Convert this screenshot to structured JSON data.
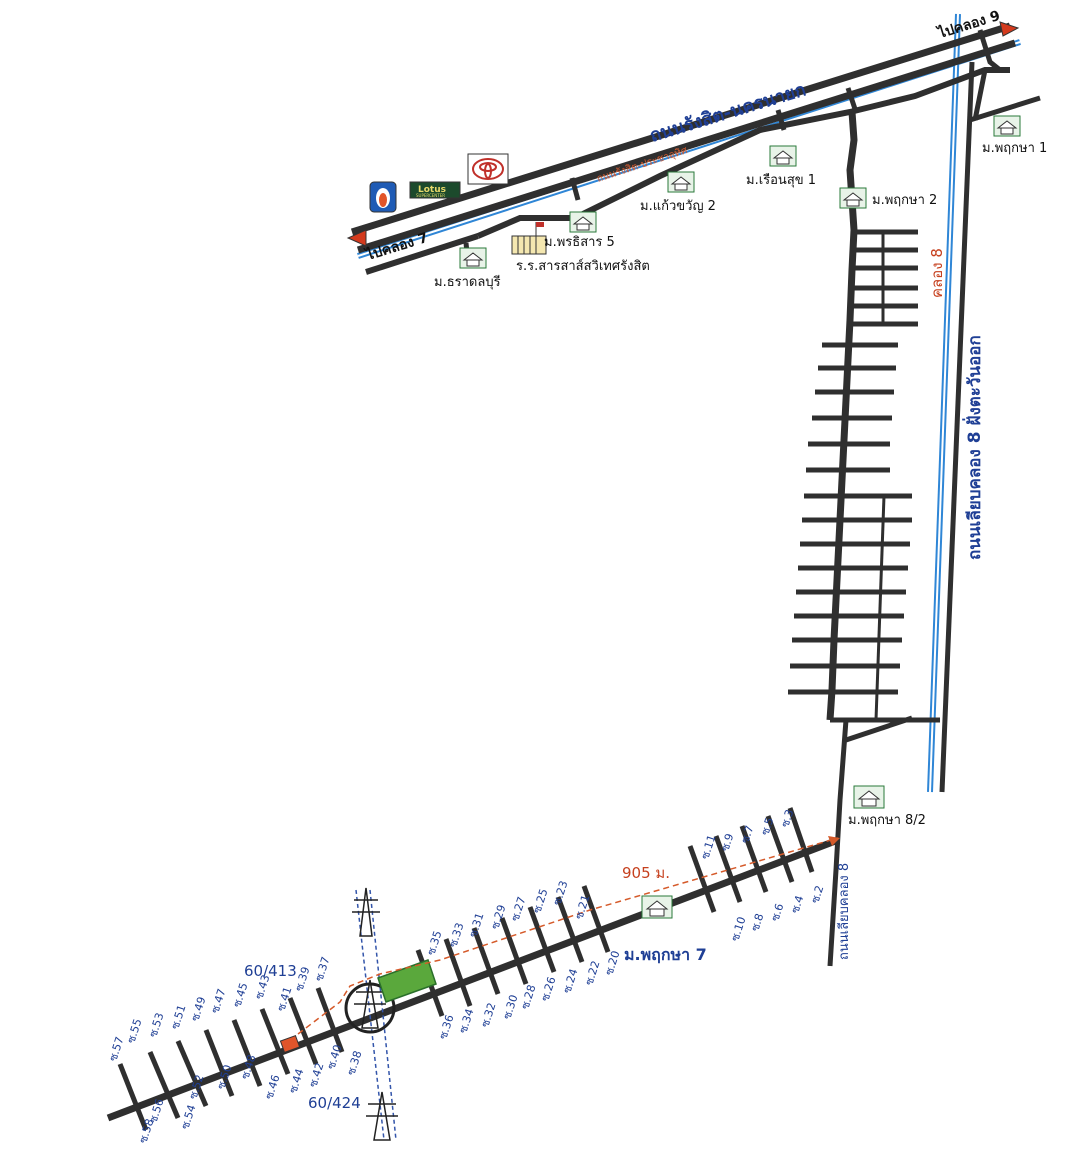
{
  "roads": {
    "main_highway": "ถนนรังสิต-นครนายก",
    "service_road": "ถนนรังสิต-ประชาอุทิศ",
    "east_road": "ถนนเลียบคลอง 8 ฝั่งตะวันออก",
    "lower_road": "ถนนเลียบคลอง 8"
  },
  "directions": {
    "to_khlong_9": "ไปคลอง 9",
    "to_khlong_7": "ไปคลอง 7"
  },
  "canal": {
    "label": "คลอง 8",
    "color": "#2f86d6"
  },
  "places": {
    "pruksa_1": "ม.พฤกษา 1",
    "pruksa_2": "ม.พฤกษา 2",
    "ruen_suk_1": "ม.เรือนสุข 1",
    "kaew_khwan_2": "ม.แก้วขวัญ 2",
    "pornthisarn_5": "ม.พรธิสาร 5",
    "school": "ร.ร.สารสาส์สวิเทศรังสิต",
    "tharadol": "ม.ธราดลบุรี",
    "pruksa_8_2": "ม.พฤกษา 8/2",
    "pruksa_7": "ม.พฤกษา 7"
  },
  "landmarks": {
    "lotus": "Lotus",
    "lotus_sub": "SUPERCENTER",
    "toyota_icon": "toyota-logo-icon",
    "ptt_icon": "ptt-logo-icon",
    "house_icon": "house-icon",
    "tower_icon": "power-tower-icon"
  },
  "plot": {
    "distance": "905 ม.",
    "parcel_a": "60/413",
    "parcel_b": "60/424"
  },
  "sois_north": [
    "ซ.57",
    "ซ.55",
    "ซ.53",
    "ซ.51",
    "ซ.49",
    "ซ.47",
    "ซ.45",
    "ซ.43",
    "ซ.41",
    "ซ.39",
    "ซ.37",
    "ซ.35",
    "ซ.33",
    "ซ.31",
    "ซ.29",
    "ซ.27",
    "ซ.25",
    "ซ.23",
    "ซ.21",
    "ซ.11",
    "ซ.9",
    "ซ.7",
    "ซ.5",
    "ซ.3"
  ],
  "sois_south": [
    "ซ.58",
    "ซ.56",
    "ซ.54",
    "ซ.52",
    "ซ.50",
    "ซ.48",
    "ซ.46",
    "ซ.44",
    "ซ.42",
    "ซ.40",
    "ซ.38",
    "ซ.36",
    "ซ.34",
    "ซ.32",
    "ซ.30",
    "ซ.28",
    "ซ.26",
    "ซ.24",
    "ซ.22",
    "ซ.20",
    "ซ.10",
    "ซ.8",
    "ซ.6",
    "ซ.4",
    "ซ.2"
  ]
}
